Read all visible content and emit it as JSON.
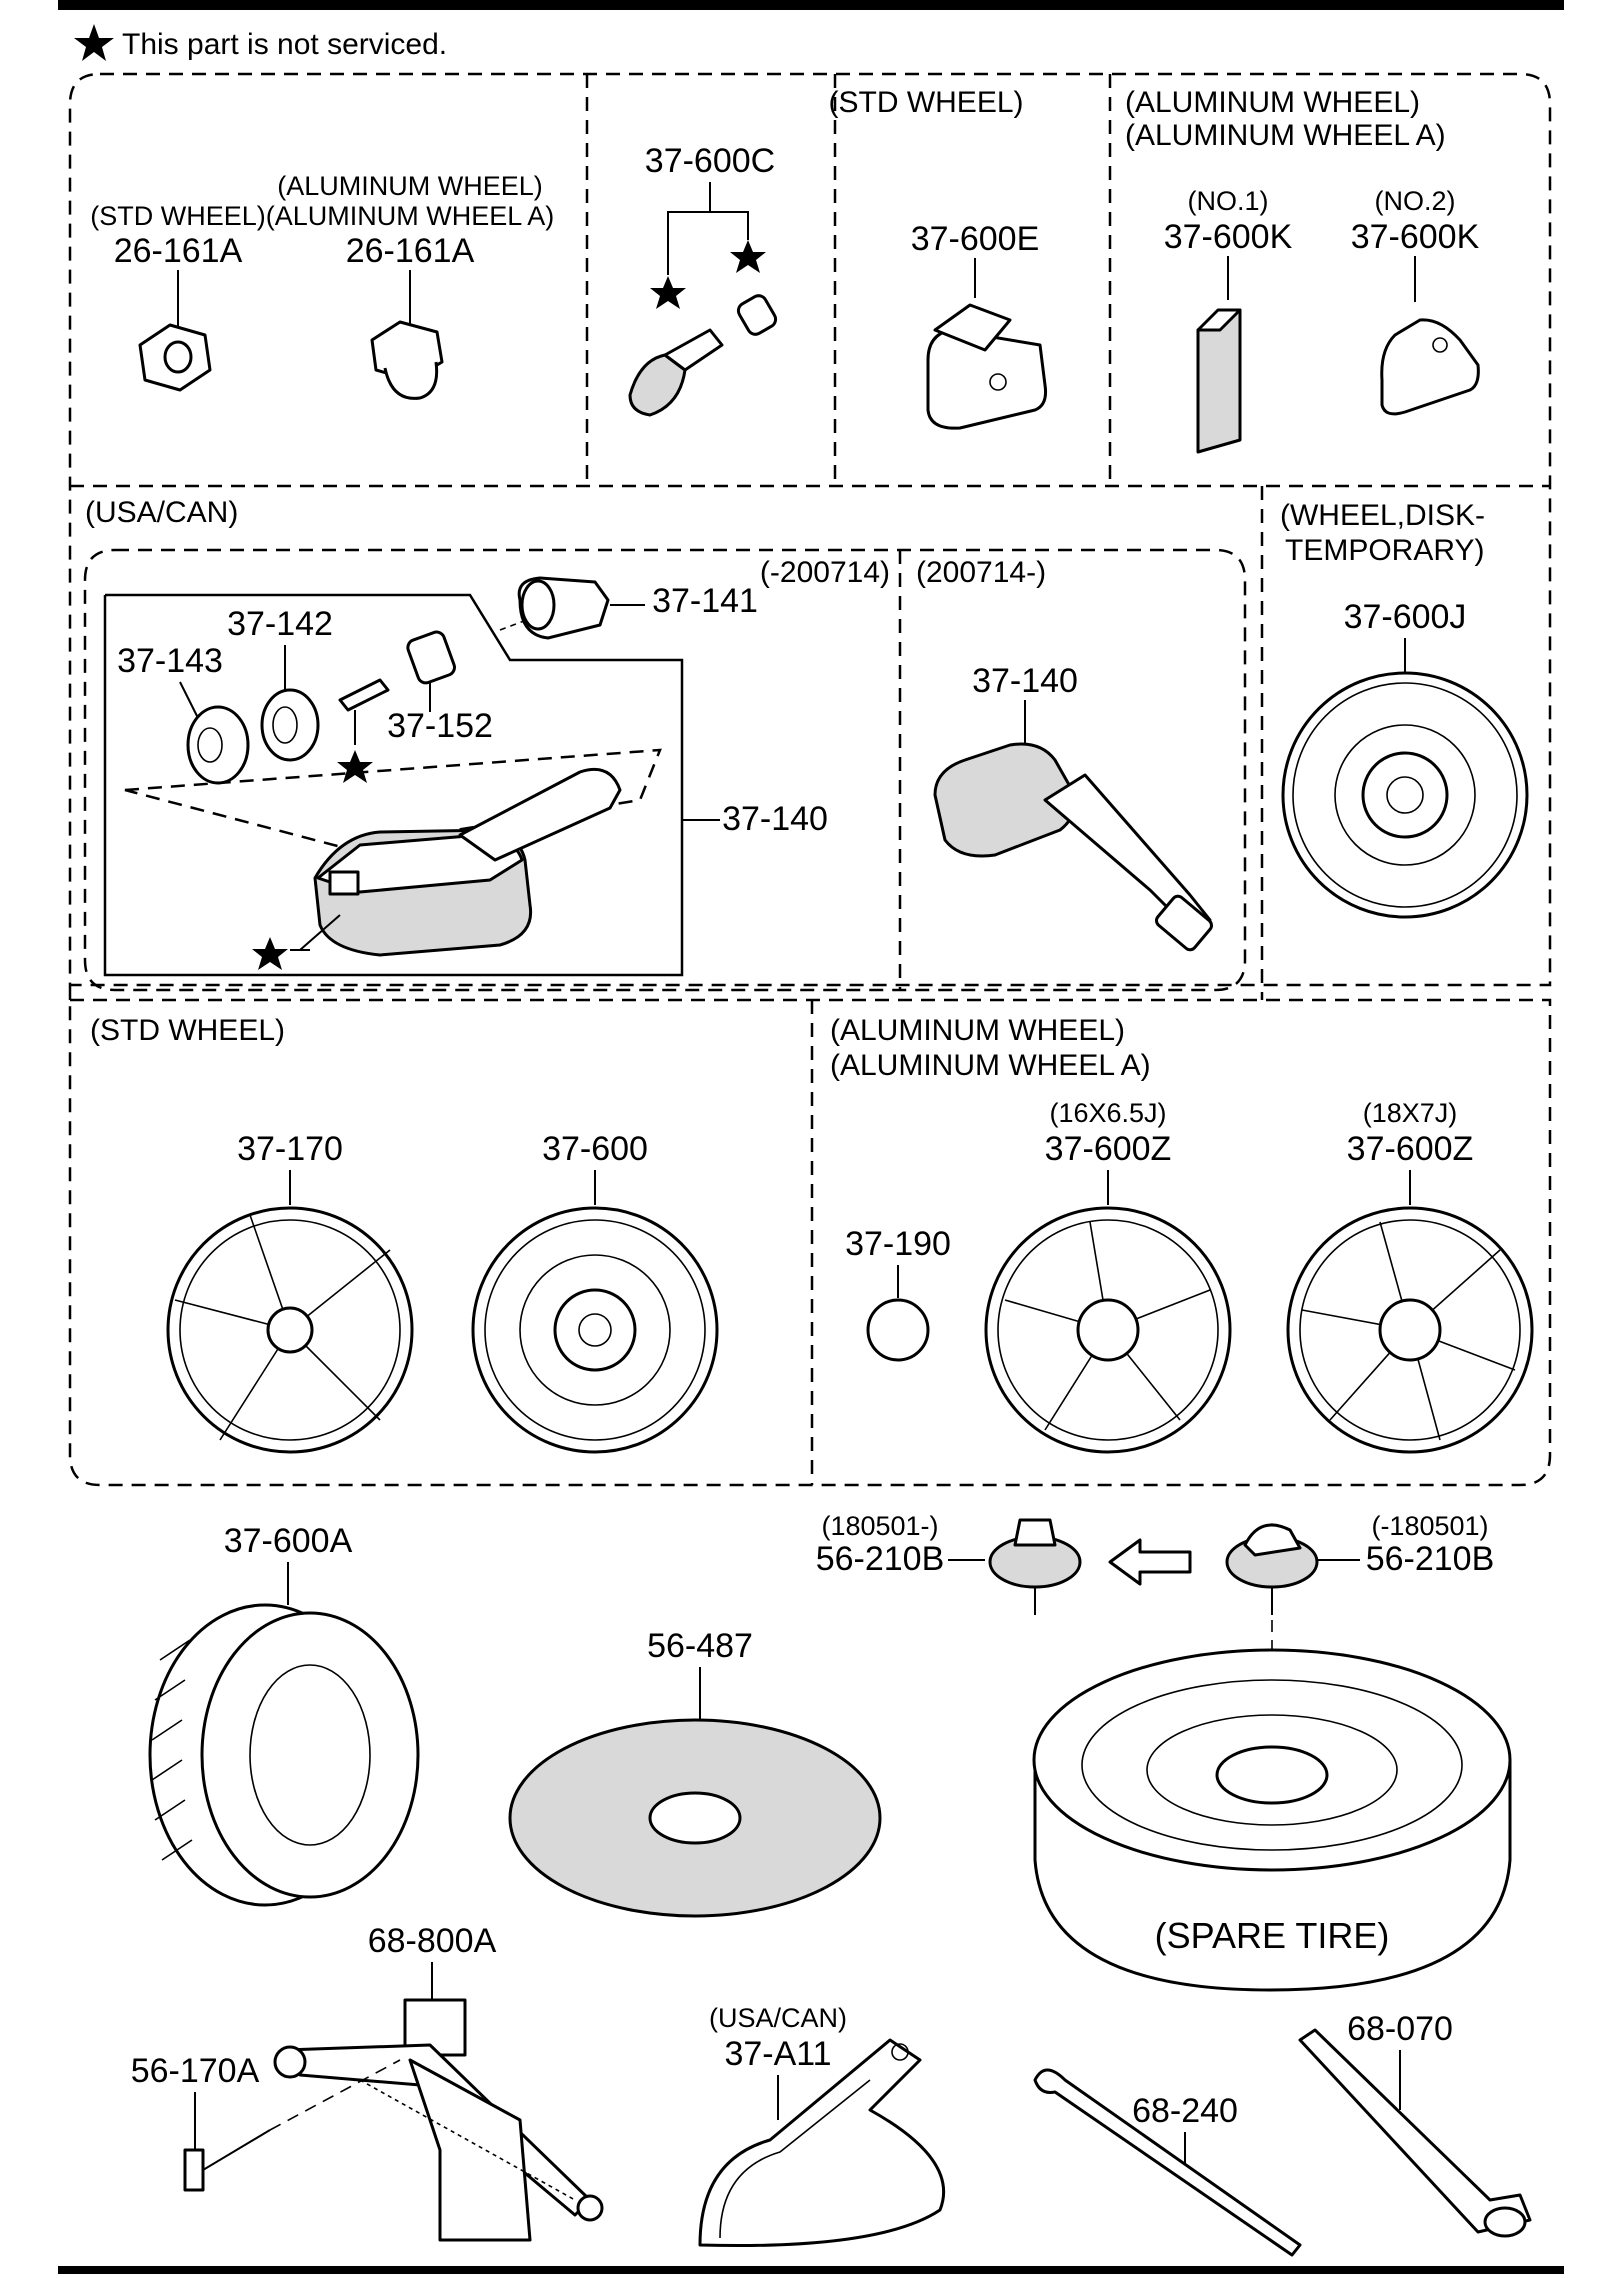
{
  "note": {
    "icon": "star-icon",
    "text": "This part is not serviced."
  },
  "sections": {
    "lug_nuts": {
      "std": {
        "variant": "(STD WHEEL)",
        "part": "26-161A"
      },
      "alu": {
        "variant1": "(ALUMINUM WHEEL)",
        "variant2": "(ALUMINUM WHEEL A)",
        "part": "26-161A"
      }
    },
    "valve": {
      "part": "37-600C"
    },
    "balance_std": {
      "variant": "(STD WHEEL)",
      "part": "37-600E"
    },
    "balance_alu": {
      "variant1": "(ALUMINUM WHEEL)",
      "variant2": "(ALUMINUM WHEEL A)",
      "no1": {
        "qualifier": "(NO.1)",
        "part": "37-600K"
      },
      "no2": {
        "qualifier": "(NO.2)",
        "part": "37-600K"
      }
    },
    "tpms": {
      "region": "(USA/CAN)",
      "early": {
        "date": "(-200714)",
        "parts": {
          "p143": "37-143",
          "p142": "37-142",
          "p141": "37-141",
          "p152": "37-152",
          "p140": "37-140"
        }
      },
      "late": {
        "date": "(200714-)",
        "part": "37-140"
      }
    },
    "temp_wheel": {
      "variant1": "(WHEEL,DISK-",
      "variant2": "TEMPORARY)",
      "part": "37-600J"
    },
    "std_wheels": {
      "variant": "(STD WHEEL)",
      "cover": "37-170",
      "wheel": "37-600"
    },
    "alu_wheels": {
      "variant1": "(ALUMINUM WHEEL)",
      "variant2": "(ALUMINUM WHEEL A)",
      "cap": "37-190",
      "w16": {
        "size": "(16X6.5J)",
        "part": "37-600Z"
      },
      "w18": {
        "size": "(18X7J)",
        "part": "37-600Z"
      }
    },
    "tire": {
      "part": "37-600A"
    },
    "mat": {
      "part": "56-487"
    },
    "spare_bolt": {
      "new": {
        "date": "(180501-)",
        "part": "56-210B"
      },
      "old": {
        "date": "(-180501)",
        "part": "56-210B"
      }
    },
    "spare": {
      "label": "(SPARE TIRE)"
    },
    "jack": {
      "part": "68-800A",
      "bolt": "56-170A"
    },
    "strap": {
      "region": "(USA/CAN)",
      "part": "37-A11"
    },
    "tools": {
      "handle": "68-240",
      "wrench": "68-070"
    }
  }
}
